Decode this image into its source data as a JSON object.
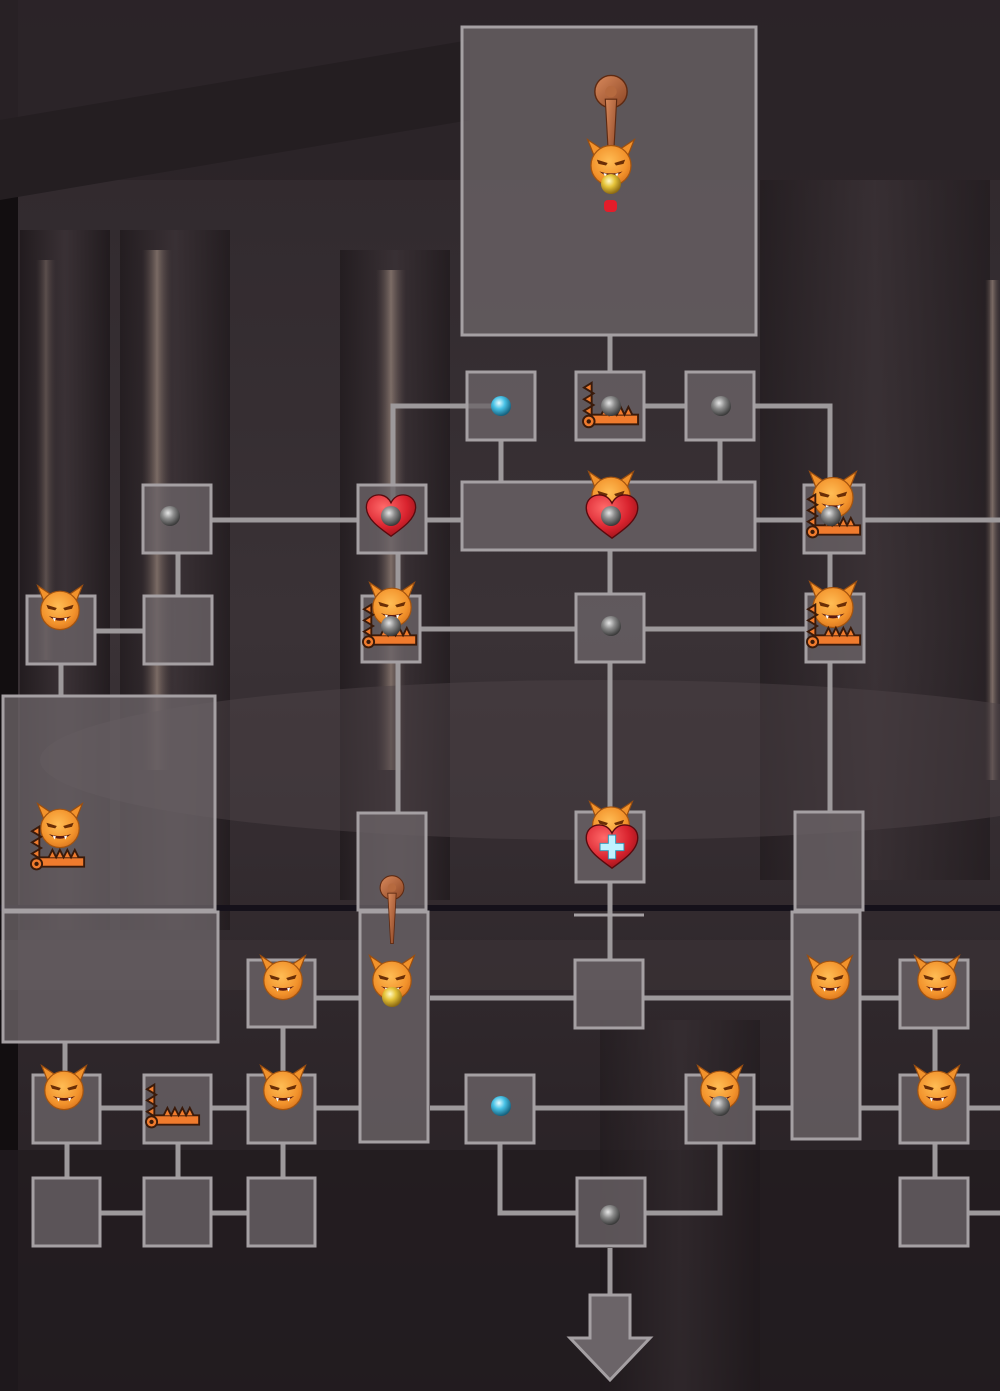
{
  "map": {
    "rooms": [
      {
        "id": "entrance-room",
        "kind": "large",
        "content": [
          "lever-icon",
          "monster-icon",
          "gold-orb-icon",
          "alert-icon"
        ]
      },
      {
        "id": "room-gem-top",
        "kind": "small",
        "content": [
          "blue-orb-icon"
        ]
      },
      {
        "id": "room-trap-top",
        "kind": "small",
        "content": [
          "trap-icon",
          "grey-orb-icon"
        ]
      },
      {
        "id": "room-orb-top-right",
        "kind": "small",
        "content": [
          "grey-orb-icon"
        ]
      },
      {
        "id": "room-orb-left",
        "kind": "small",
        "content": [
          "grey-orb-icon"
        ]
      },
      {
        "id": "room-heart-left",
        "kind": "small",
        "content": [
          "heart-icon",
          "grey-orb-icon"
        ]
      },
      {
        "id": "corridor-heart-center",
        "kind": "corridor",
        "content": [
          "monster-icon",
          "heart-icon",
          "grey-orb-icon"
        ]
      },
      {
        "id": "room-trap-monster-right",
        "kind": "small",
        "content": [
          "monster-icon",
          "trap-icon",
          "grey-orb-icon"
        ]
      },
      {
        "id": "room-monster-far-left",
        "kind": "small",
        "content": [
          "monster-icon"
        ]
      },
      {
        "id": "room-empty-left",
        "kind": "small",
        "content": []
      },
      {
        "id": "room-trap-monster-mid-left",
        "kind": "small",
        "content": [
          "monster-icon",
          "trap-icon",
          "grey-orb-icon"
        ]
      },
      {
        "id": "room-orb-center",
        "kind": "small",
        "content": [
          "grey-orb-icon"
        ]
      },
      {
        "id": "room-trap-monster-mid-right",
        "kind": "small",
        "content": [
          "monster-icon",
          "trap-icon"
        ]
      },
      {
        "id": "hall-left",
        "kind": "large",
        "content": [
          "monster-icon",
          "trap-icon"
        ]
      },
      {
        "id": "room-heal-center",
        "kind": "small",
        "content": [
          "monster-icon",
          "heal-heart-icon"
        ]
      },
      {
        "id": "room-monster-lower-1",
        "kind": "small",
        "content": [
          "monster-icon"
        ]
      },
      {
        "id": "corridor-lever-monster",
        "kind": "corridor",
        "content": [
          "lever-icon",
          "monster-icon",
          "gold-orb-icon"
        ]
      },
      {
        "id": "room-empty-center",
        "kind": "small",
        "content": []
      },
      {
        "id": "corridor-monster-right",
        "kind": "corridor",
        "content": [
          "monster-icon"
        ]
      },
      {
        "id": "room-monster-far-right",
        "kind": "small",
        "content": [
          "monster-icon"
        ]
      },
      {
        "id": "room-monster-lower-left",
        "kind": "small",
        "content": [
          "monster-icon"
        ]
      },
      {
        "id": "room-trap-lower",
        "kind": "small",
        "content": [
          "trap-icon"
        ]
      },
      {
        "id": "room-monster-lower-2",
        "kind": "small",
        "content": [
          "monster-icon"
        ]
      },
      {
        "id": "room-gem-lower",
        "kind": "small",
        "content": [
          "blue-orb-icon"
        ]
      },
      {
        "id": "room-monster-orb-lower",
        "kind": "small",
        "content": [
          "monster-icon",
          "grey-orb-icon"
        ]
      },
      {
        "id": "room-monster-lower-right",
        "kind": "small",
        "content": [
          "monster-icon"
        ]
      },
      {
        "id": "room-orb-bottom",
        "kind": "small",
        "content": [
          "grey-orb-icon"
        ]
      },
      {
        "id": "exit-arrow",
        "kind": "exit",
        "content": [
          "down-arrow-icon"
        ]
      }
    ]
  },
  "colors": {
    "room_fill": "#6b6468",
    "room_border": "#a5a0a3",
    "path_line": "#9d999b",
    "monster_orange": "#f2922b",
    "trap_orange": "#f07b2d",
    "heart_red": "#d9232e",
    "orb_blue": "#48c2e6"
  }
}
